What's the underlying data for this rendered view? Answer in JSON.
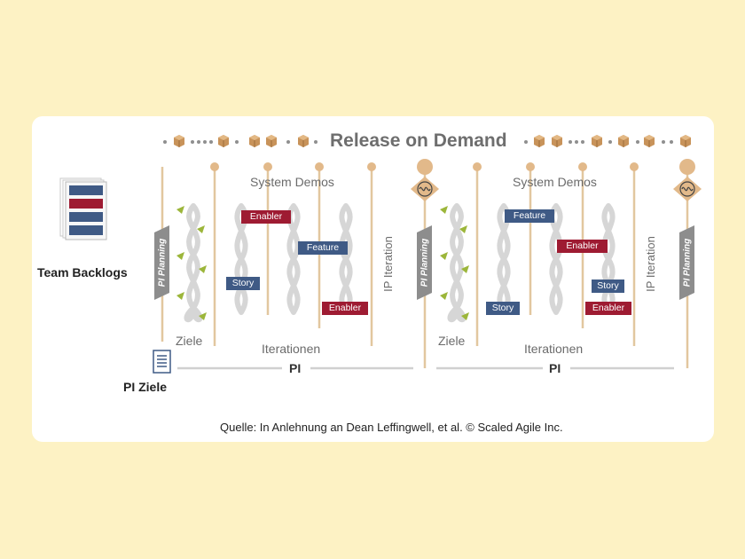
{
  "header": {
    "title": "Release on Demand"
  },
  "left": {
    "team_backlogs": "Team Backlogs",
    "pi_ziele": "PI Ziele"
  },
  "pi_block_1": {
    "pi_planning": "PI Planning",
    "system_demos": "System Demos",
    "ziele": "Ziele",
    "iterationen": "Iterationen",
    "pi": "PI",
    "tags": {
      "enabler_top": "Enabler",
      "feature": "Feature",
      "story": "Story",
      "enabler_bottom": "Enabler"
    }
  },
  "ip_iteration_1": "IP Iteration",
  "pi_block_2": {
    "pi_planning": "PI Planning",
    "system_demos": "System Demos",
    "ziele": "Ziele",
    "iterationen": "Iterationen",
    "pi": "PI",
    "tags": {
      "feature": "Feature",
      "enabler_top": "Enabler",
      "story_left": "Story",
      "story_right": "Story",
      "enabler_bottom": "Enabler"
    }
  },
  "ip_iteration_2": "IP Iteration",
  "pi_planning_end": "PI Planning",
  "footer": {
    "source": "Quelle: In Anlehnung an Dean Leffingwell, et al. © Scaled Agile Inc."
  },
  "colors": {
    "background": "#fdf2c4",
    "card": "#ffffff",
    "enabler": "#9e1b32",
    "feature_story": "#3f5a85",
    "milestone": "#e2b98a",
    "loop": "#d6d6d6",
    "arrow": "#9cb63a"
  }
}
